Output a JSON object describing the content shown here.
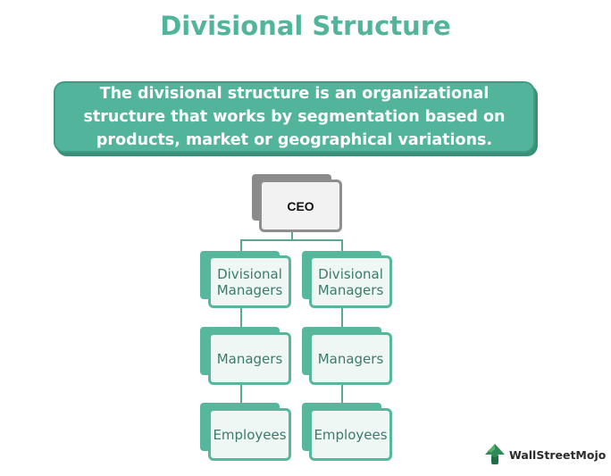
{
  "title": "Divisional Structure",
  "definition": "The divisional structure is an organizational structure that works by segmentation based on products, market or geographical variations.",
  "org_chart": {
    "root": "CEO",
    "divisions": [
      {
        "levels": [
          "Divisional Managers",
          "Managers",
          "Employees"
        ]
      },
      {
        "levels": [
          "Divisional Managers",
          "Managers",
          "Employees"
        ]
      }
    ]
  },
  "brand": {
    "name": "WallStreetMojo"
  },
  "colors": {
    "accent": "#52b59b",
    "box_fill": "#52b49a",
    "node_fill": "#eef7f4",
    "node_border": "#56b79d",
    "ceo_border": "#8e8e8e",
    "connector": "#5aa894"
  }
}
